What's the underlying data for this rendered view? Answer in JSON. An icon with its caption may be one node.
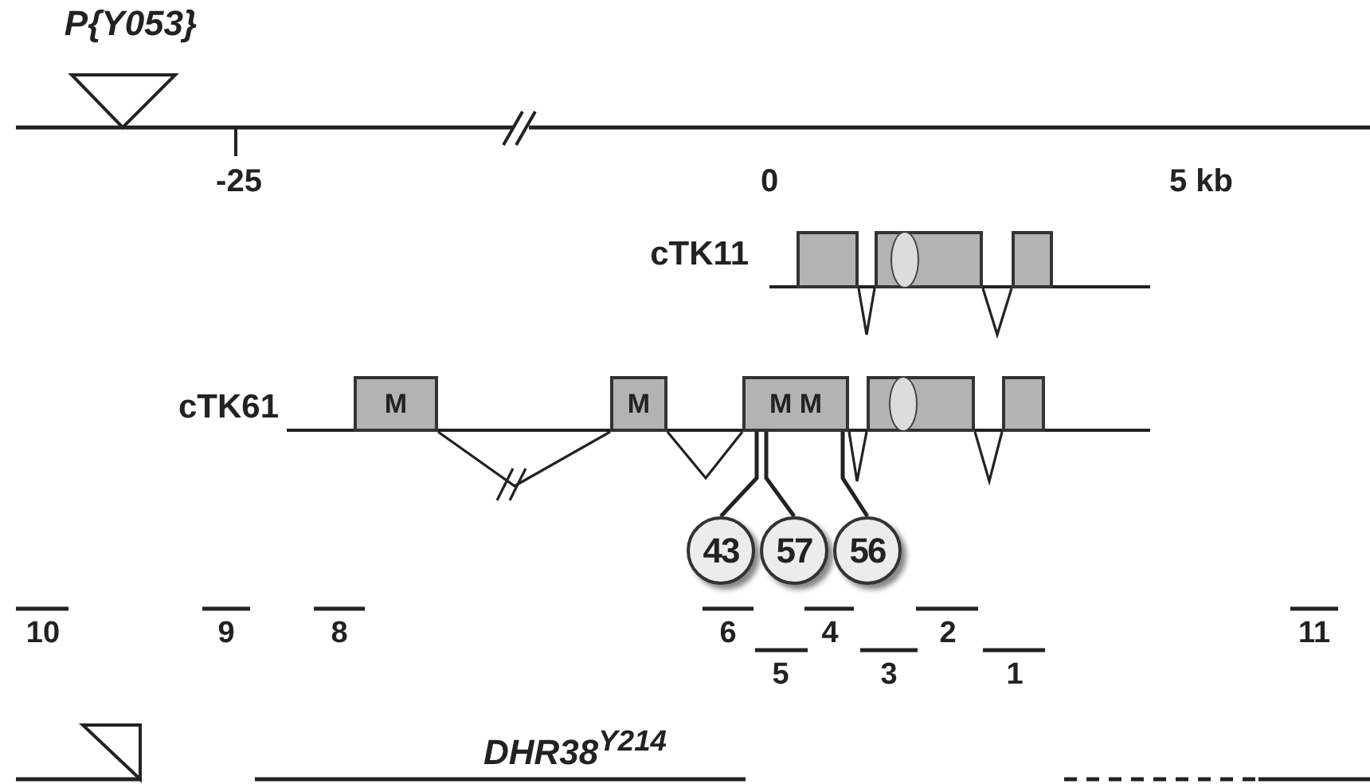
{
  "diagram": {
    "nodes": [
      {
        "text": [],
        "shape": "box"
      },
      {
        "text": [],
        "shape": "box"
      },
      {
        "text": [],
        "shape": "box"
      },
      {
        "text": [
          "M"
        ]
      },
      {
        "text": [
          "M"
        ]
      },
      {
        "text": [
          "M M"
        ]
      },
      {
        "text": [],
        "shape": "box"
      },
      {
        "text": [],
        "shape": "box"
      },
      {
        "text": [
          "43"
        ]
      },
      {
        "text": [
          "57"
        ]
      },
      {
        "text": [
          "56"
        ]
      }
    ],
    "edges": [
      {
        "from": 0,
        "to": 1,
        "arrow": "none"
      },
      {
        "from": 1,
        "to": 2,
        "arrow": "none"
      },
      {
        "from": 3,
        "to": 4,
        "arrow": "none"
      },
      {
        "from": 4,
        "to": 5,
        "arrow": "none"
      },
      {
        "from": 5,
        "to": 6,
        "arrow": "none"
      },
      {
        "from": 6,
        "to": 7,
        "arrow": "none"
      },
      {
        "from": 8,
        "to": 5,
        "arrow": "none"
      },
      {
        "from": 9,
        "to": 5,
        "arrow": "none"
      },
      {
        "from": 10,
        "to": 5,
        "arrow": "none"
      }
    ],
    "labels": [
      "P{Y053}",
      "-25",
      "0",
      "5 kb",
      "cTK11",
      "cTK61",
      "10",
      "9",
      "8",
      "6",
      "4",
      "2",
      "11",
      "5",
      "3",
      "1",
      "DHR38$^{Y214}$"
    ]
  }
}
